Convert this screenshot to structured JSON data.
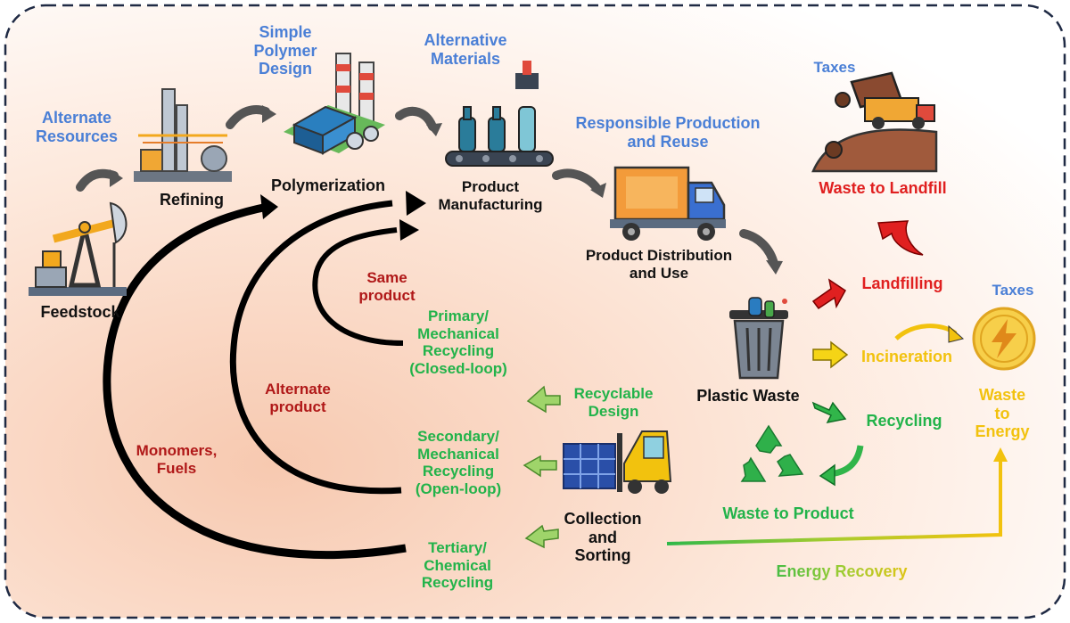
{
  "colors": {
    "blue_label": "#4a7fd6",
    "black_label": "#111111",
    "red_label": "#e02020",
    "dark_red_label": "#b01818",
    "green_label": "#22b34a",
    "yellow_label": "#f2c20e",
    "background": "#fbe3d4"
  },
  "icons": {
    "feedstock": "oil-pumpjack-icon",
    "refining": "refinery-icon",
    "polymerization": "factory-icon",
    "manufacturing": "bottling-conveyor-icon",
    "distribution": "delivery-truck-icon",
    "landfill": "dump-truck-icon",
    "waste": "trash-bin-icon",
    "energy": "lightning-icon",
    "recycle": "recycle-icon",
    "sorting": "forklift-icon"
  },
  "labels": {
    "alternate_resources": "Alternate\nResources",
    "simple_polymer_design": "Simple\nPolymer\nDesign",
    "alternative_materials": "Alternative\nMaterials",
    "responsible_production": "Responsible Production\nand Reuse",
    "taxes_top": "Taxes",
    "taxes_right": "Taxes",
    "feedstock": "Feedstock",
    "refining": "Refining",
    "polymerization": "Polymerization",
    "product_manufacturing": "Product\nManufacturing",
    "product_distribution": "Product Distribution\nand Use",
    "waste_to_landfill": "Waste to Landfill",
    "landfilling": "Landfilling",
    "incineration": "Incineration",
    "recycling": "Recycling",
    "plastic_waste": "Plastic Waste",
    "waste_to_energy": "Waste\nto\nEnergy",
    "waste_to_product": "Waste  to Product",
    "energy_recovery": "Energy Recovery",
    "same_product": "Same\nproduct",
    "alternate_product": "Alternate\nproduct",
    "monomers_fuels": "Monomers,\nFuels",
    "primary_recycling": "Primary/\nMechanical\nRecycling\n(Closed-loop)",
    "secondary_recycling": "Secondary/\nMechanical\nRecycling\n(Open-loop)",
    "tertiary_recycling": "Tertiary/\nChemical\nRecycling",
    "recyclable_design": "Recyclable\nDesign",
    "collection_sorting": "Collection\nand\nSorting"
  }
}
